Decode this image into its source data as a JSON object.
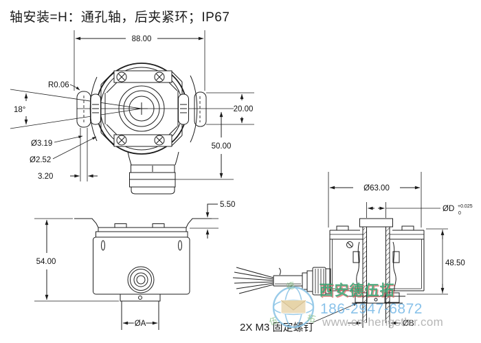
{
  "title": "轴安装=H：通孔轴，后夹紧环；IP67",
  "front_view": {
    "dim_width": "88.00",
    "dim_radius": "R0.06",
    "dim_angle": "18°",
    "dim_hole1": "Ø3.19",
    "dim_hole2": "Ø2.52",
    "dim_ring_thickness": "3.20",
    "dim_tab": "20.00",
    "dim_center_to_bottom": "50.00"
  },
  "side_view": {
    "dim_height": "54.00",
    "dim_flange": "5.50",
    "dim_shaft": "ØA"
  },
  "section_view": {
    "dim_outer": "Ø63.00",
    "dim_bore_base": "ØD",
    "dim_bore_sup": "+0.025",
    "dim_bore_sub": "0",
    "dim_height": "48.50",
    "dim_shaft": "ØB",
    "screw_note": "2X M3 固定螺钉"
  },
  "watermark": {
    "company": "西安德伍拓",
    "phone": "186-2947-6872",
    "website": "www.cn-hengstler.com",
    "seal_chars": [
      "德",
      "伍",
      "拓"
    ],
    "colors": {
      "globe": "#8cc4e6",
      "company_green": "#3aa271",
      "company_red": "#e06060",
      "phone_blue": "#72b6e6",
      "url_gray": "#a8a8a8"
    }
  }
}
